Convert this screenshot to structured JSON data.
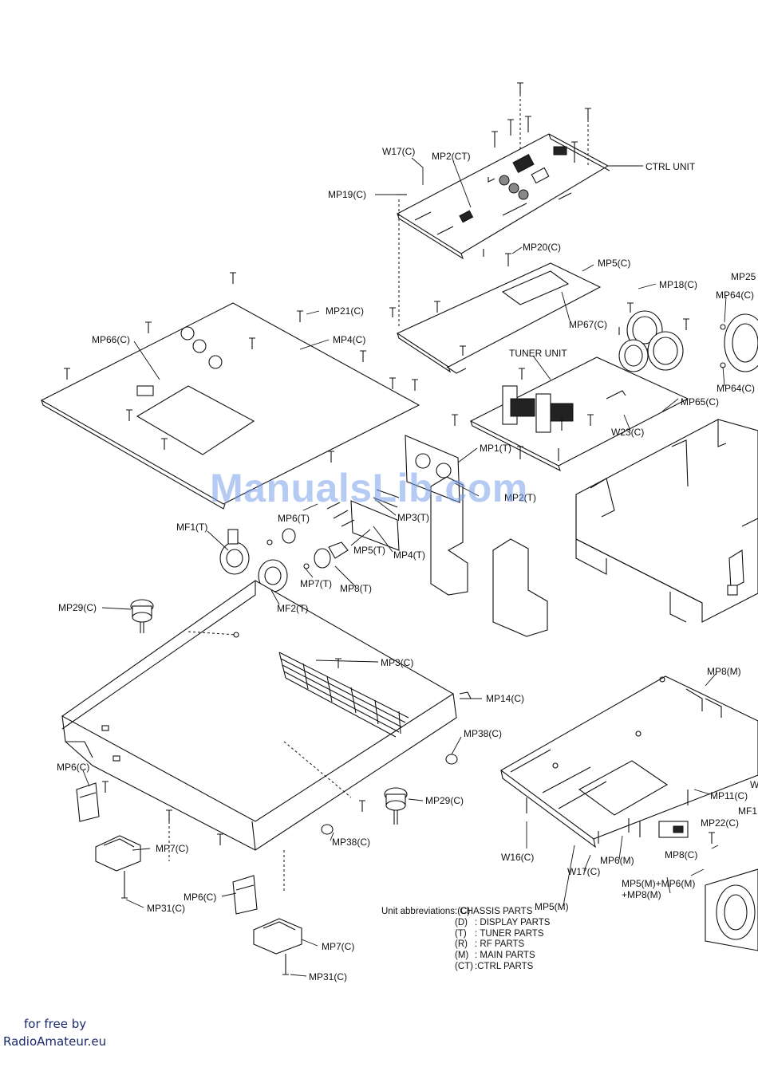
{
  "labels": {
    "ctrl_unit": "CTRL UNIT",
    "w17c_top": "W17(C)",
    "mp2ct": "MP2(CT)",
    "mp19c": "MP19(C)",
    "mp20c": "MP20(C)",
    "mp5c": "MP5(C)",
    "mp18c": "MP18(C)",
    "mp25": "MP25",
    "mp64c_top": "MP64(C)",
    "mp21c": "MP21(C)",
    "mp66c": "MP66(C)",
    "mp4c": "MP4(C)",
    "mp67c": "MP67(C)",
    "tuner_unit": "TUNER UNIT",
    "mp64c_bot": "MP64(C)",
    "mp65c": "MP65(C)",
    "w23c": "W23(C)",
    "mp1t": "MP1(T)",
    "mp2t": "MP2(T)",
    "mp6t": "MP6(T)",
    "mp3t": "MP3(T)",
    "mf1t": "MF1(T)",
    "mp5t": "MP5(T)",
    "mp4t": "MP4(T)",
    "mp7t": "MP7(T)",
    "mp8t": "MP8(T)",
    "mf2t": "MF2(T)",
    "mp29c_left": "MP29(C)",
    "mp3c": "MP3(C)",
    "mp8m": "MP8(M)",
    "mp14c": "MP14(C)",
    "mp38c_right": "MP38(C)",
    "mp6c_left": "MP6(C)",
    "mp29c_mid": "MP29(C)",
    "w_right": "W",
    "mp11c": "MP11(C)",
    "mf1_right": "MF1",
    "mp22c": "MP22(C)",
    "mp7c_left": "MP7(C)",
    "mp38c_mid": "MP38(C)",
    "w16c": "W16(C)",
    "w17c_bot": "W17(C)",
    "mp6m": "MP6(M)",
    "mp8c": "MP8(C)",
    "mp31c_left": "MP31(C)",
    "mp6c_mid": "MP6(C)",
    "mp5m": "MP5(M)",
    "mp5m_combo_1": "MP5(M)+MP6(M)",
    "mp5m_combo_2": "+MP8(M)",
    "mp7c_mid": "MP7(C)",
    "mp31c_mid": "MP31(C)"
  },
  "legend": {
    "title": "Unit abbreviations",
    "rows": [
      {
        "code": "(C)",
        "sep": ":",
        "text": "CHASSIS PARTS"
      },
      {
        "code": "(D)",
        "sep": ":",
        "text": "DISPLAY PARTS"
      },
      {
        "code": "(T)",
        "sep": ":",
        "text": "TUNER PARTS"
      },
      {
        "code": "(R)",
        "sep": ":",
        "text": "RF PARTS"
      },
      {
        "code": "(M)",
        "sep": ":",
        "text": "MAIN PARTS"
      },
      {
        "code": "(CT)",
        "sep": ":",
        "text": "CTRL PARTS"
      }
    ]
  },
  "watermark": "ManualsLib.com",
  "credit": {
    "line1": "for free by",
    "line2": "RadioAmateur.eu"
  }
}
